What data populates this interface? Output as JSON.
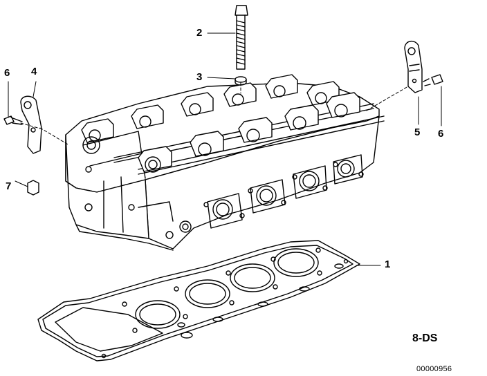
{
  "callouts": {
    "c1": "1",
    "c2": "2",
    "c3": "3",
    "c4": "4",
    "c5": "5",
    "c6_left": "6",
    "c6_right": "6",
    "c7": "7"
  },
  "diagram_ref": "8-DS",
  "image_code": "00000956"
}
